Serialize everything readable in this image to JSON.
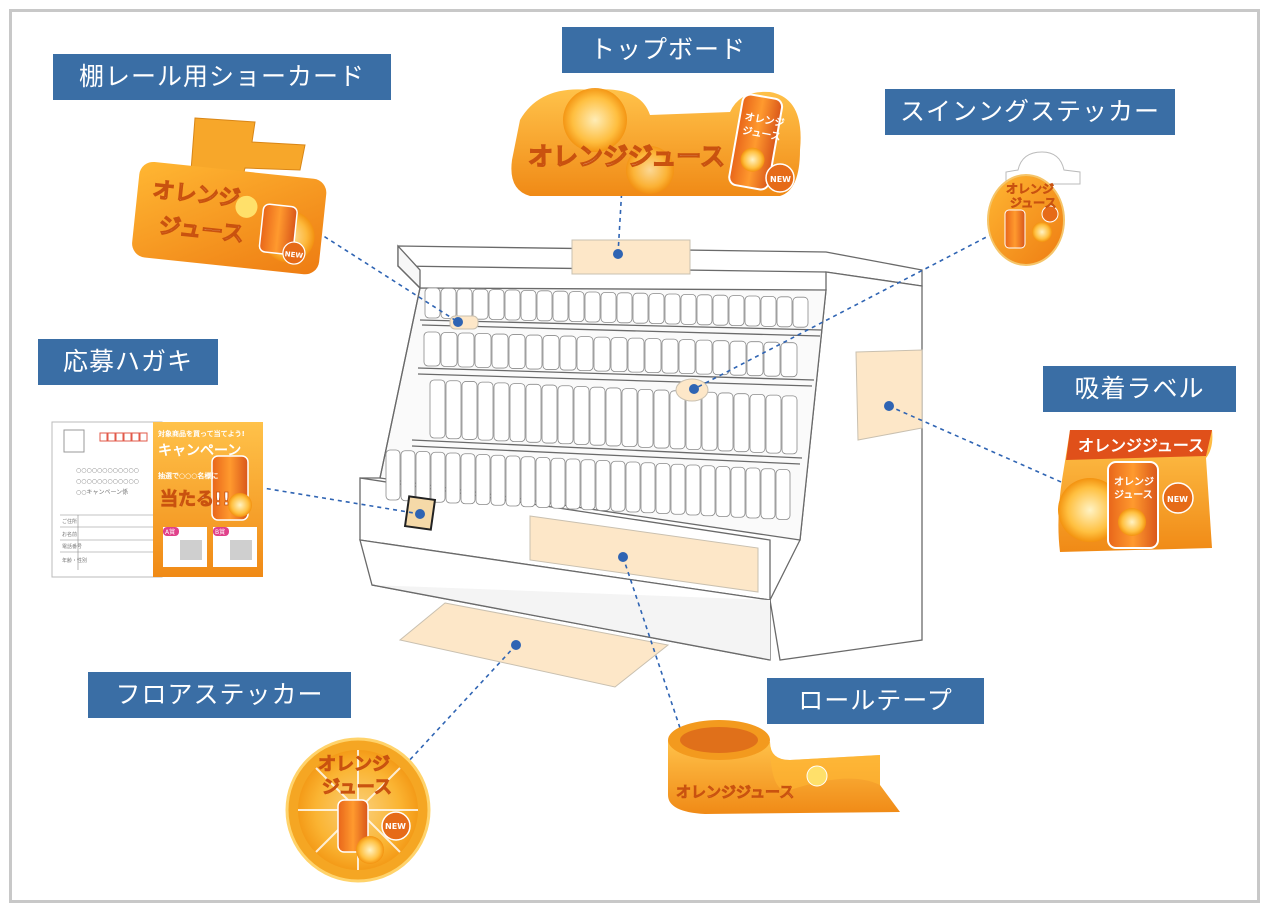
{
  "labels": {
    "shelf_card": "棚レール用ショーカード",
    "top_board": "トップボード",
    "swing_sticker": "スインングステッカー",
    "application_card": "応募ハガキ",
    "suction_label": "吸着ラベル",
    "floor_sticker": "フロアステッカー",
    "roll_tape": "ロールテープ"
  },
  "product": {
    "name": "オレンジジュース",
    "name_line1": "オレンジ",
    "name_line2": "ジュース",
    "badge": "NEW"
  },
  "postcard": {
    "campaign_head": "対象商品を買って当てよう!",
    "campaign_title": "キャンペーン",
    "prize_line": "抽選で○○○名様に",
    "win_text": "当たる!!",
    "prize_a": "A賞",
    "prize_b": "B賞",
    "address_note": "○○キャンペーン係",
    "form_rows": [
      "ご住所",
      "お名前",
      "電話番号",
      "年齢・性別"
    ]
  },
  "colors": {
    "label_bg": "#3a6ea5",
    "orange": "#f39a1e",
    "dark_orange": "#e0701a",
    "placeholder": "#fde7c8",
    "connector": "#2f64b3"
  }
}
